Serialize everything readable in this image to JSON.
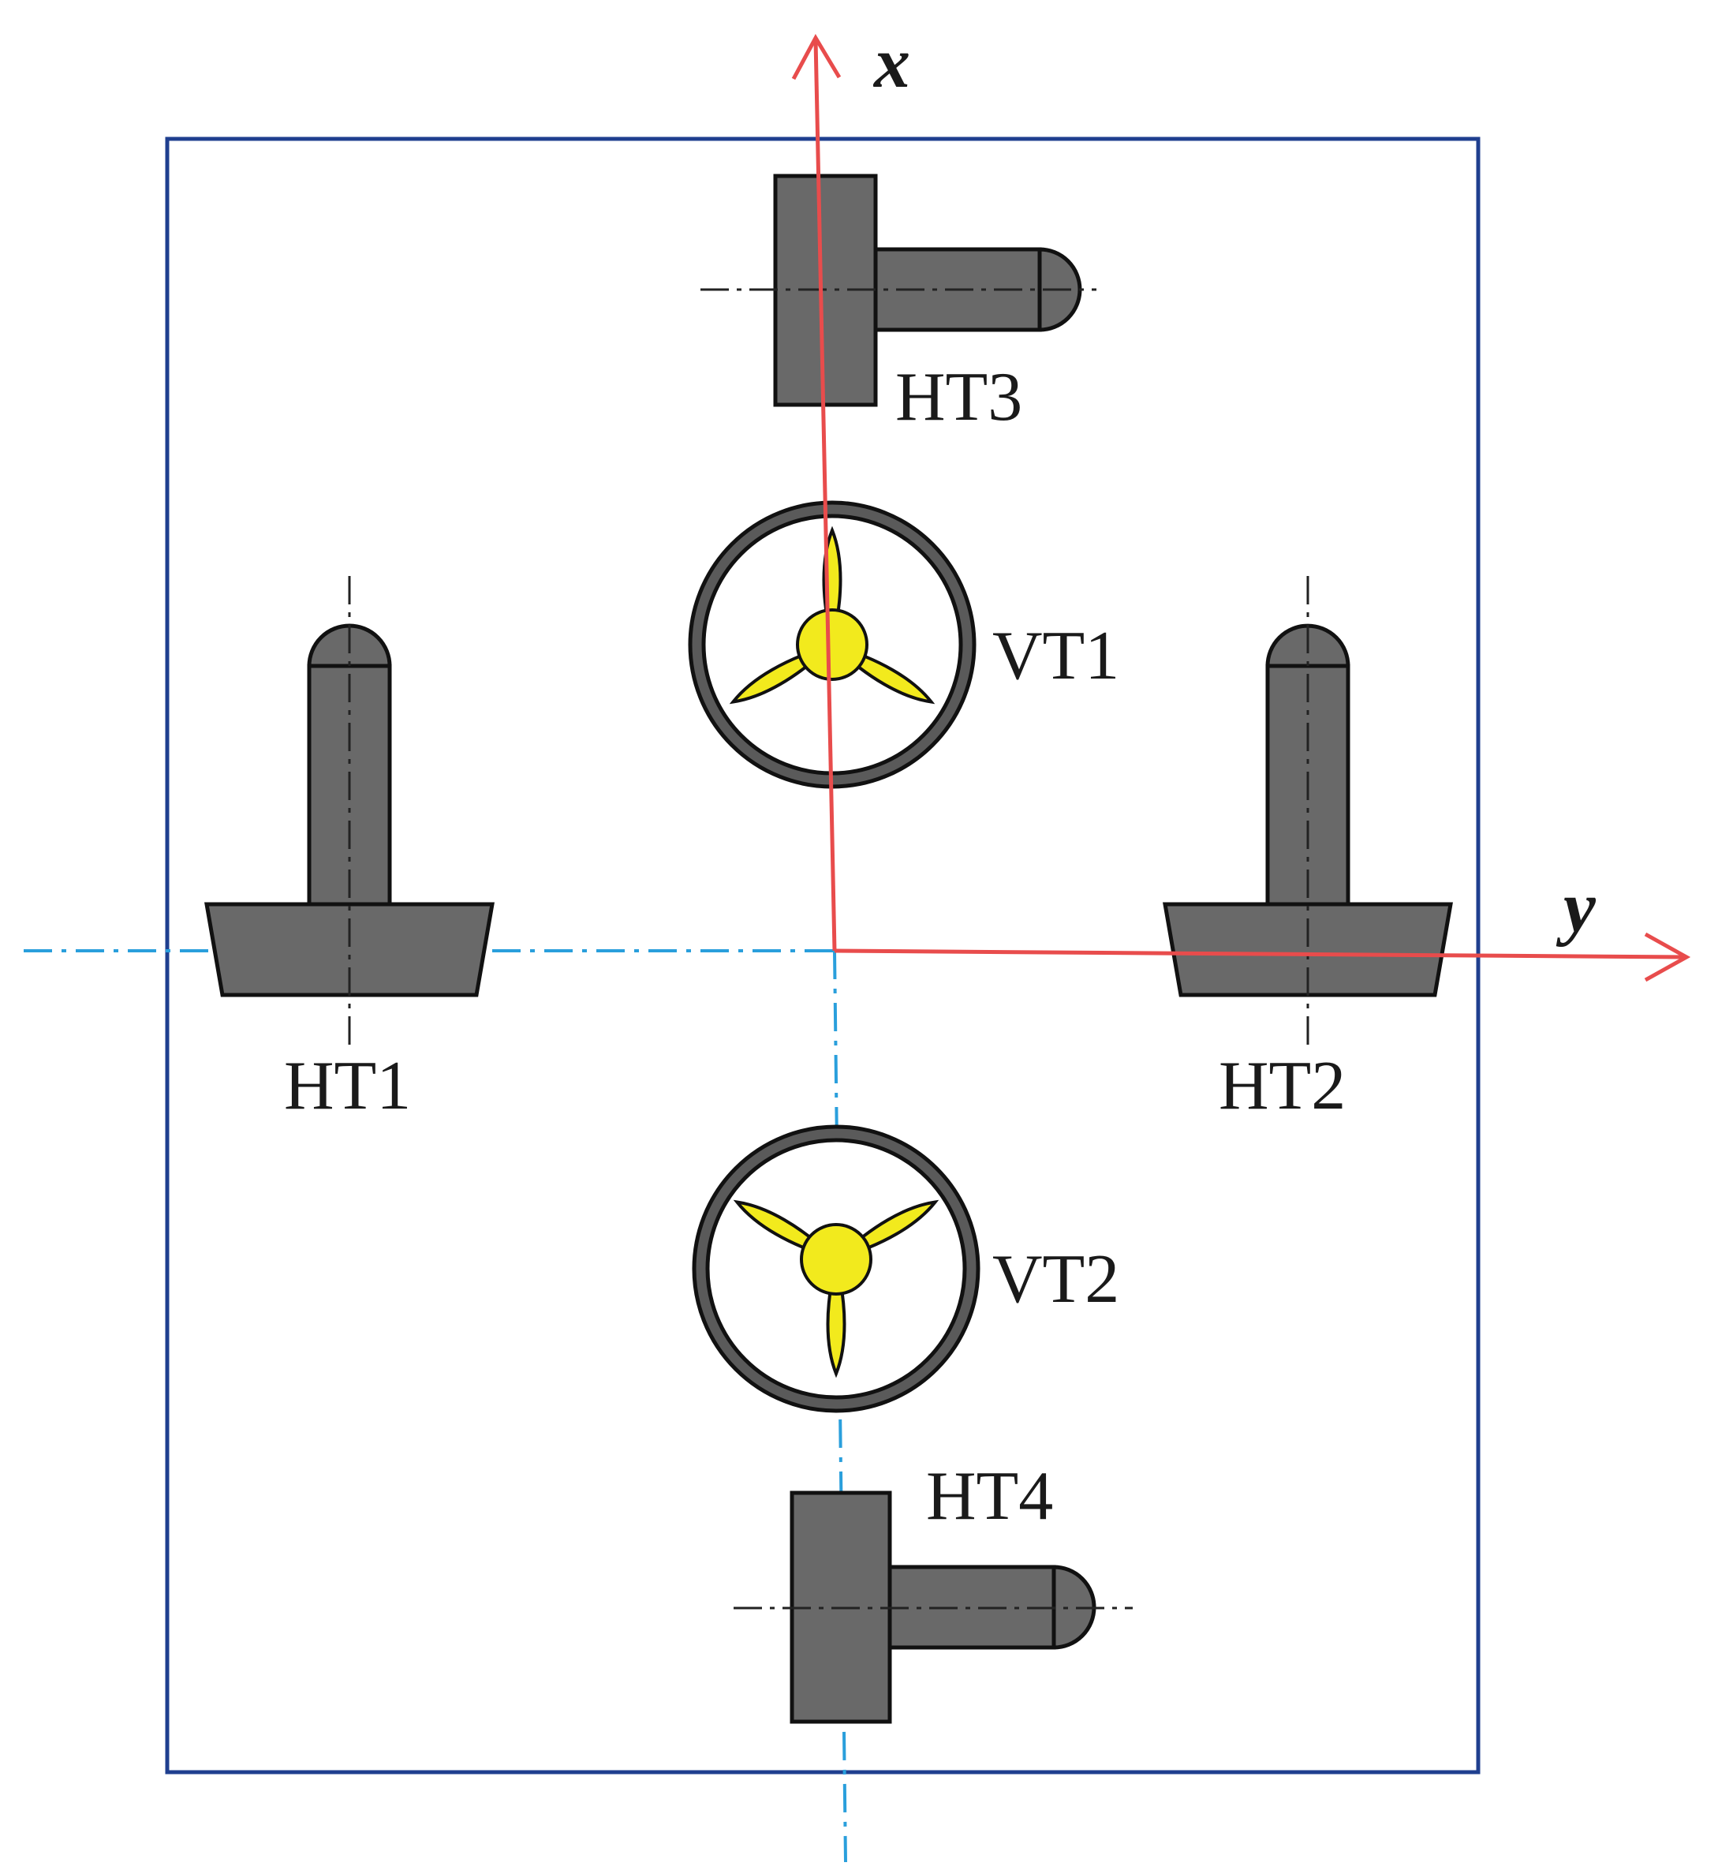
{
  "axes": {
    "x_label": "x",
    "y_label": "y",
    "color": "#e84c4c"
  },
  "thrusters": {
    "ht1": {
      "label": "HT1",
      "orientation": "vertical"
    },
    "ht2": {
      "label": "HT2",
      "orientation": "vertical"
    },
    "ht3": {
      "label": "HT3",
      "orientation": "horizontal"
    },
    "ht4": {
      "label": "HT4",
      "orientation": "horizontal"
    },
    "vt1": {
      "label": "VT1",
      "type": "vertical-propeller"
    },
    "vt2": {
      "label": "VT2",
      "type": "vertical-propeller"
    }
  },
  "colors": {
    "frame": "#1f3f8f",
    "thruster_body": "#696969",
    "propeller": "#f2ea1d",
    "guide_line": "#2a9fdc"
  }
}
